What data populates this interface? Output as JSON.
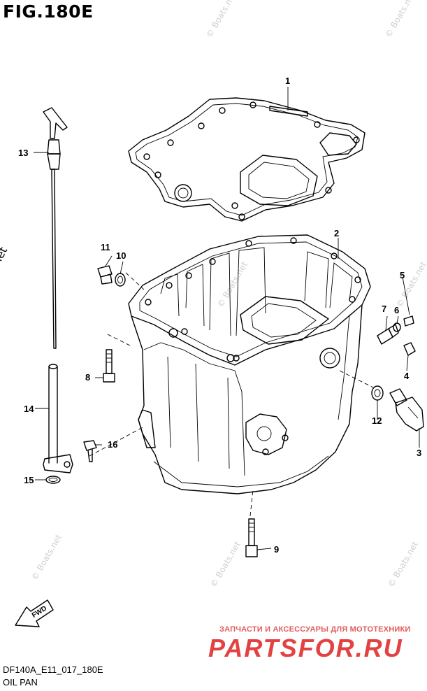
{
  "figure": {
    "title": "FIG.180E",
    "code": "DF140A_E11_017_180E",
    "name": "OIL PAN"
  },
  "watermarks": {
    "boats": "© Boats.net"
  },
  "promo": {
    "tagline": "ЗАПЧАСТИ И АКСЕССУАРЫ ДЛЯ МОТОТЕХНИКИ",
    "logo": "PARTSFOR.RU"
  },
  "fwd_label": "FWD",
  "callouts": [
    {
      "id": "1",
      "label": "1"
    },
    {
      "id": "2",
      "label": "2"
    },
    {
      "id": "3",
      "label": "3"
    },
    {
      "id": "4",
      "label": "4"
    },
    {
      "id": "5",
      "label": "5"
    },
    {
      "id": "6",
      "label": "6"
    },
    {
      "id": "7",
      "label": "7"
    },
    {
      "id": "8",
      "label": "8"
    },
    {
      "id": "9",
      "label": "9"
    },
    {
      "id": "10",
      "label": "10"
    },
    {
      "id": "11",
      "label": "11"
    },
    {
      "id": "12",
      "label": "12"
    },
    {
      "id": "13",
      "label": "13"
    },
    {
      "id": "14",
      "label": "14"
    },
    {
      "id": "15",
      "label": "15"
    },
    {
      "id": "16",
      "label": "16"
    }
  ]
}
